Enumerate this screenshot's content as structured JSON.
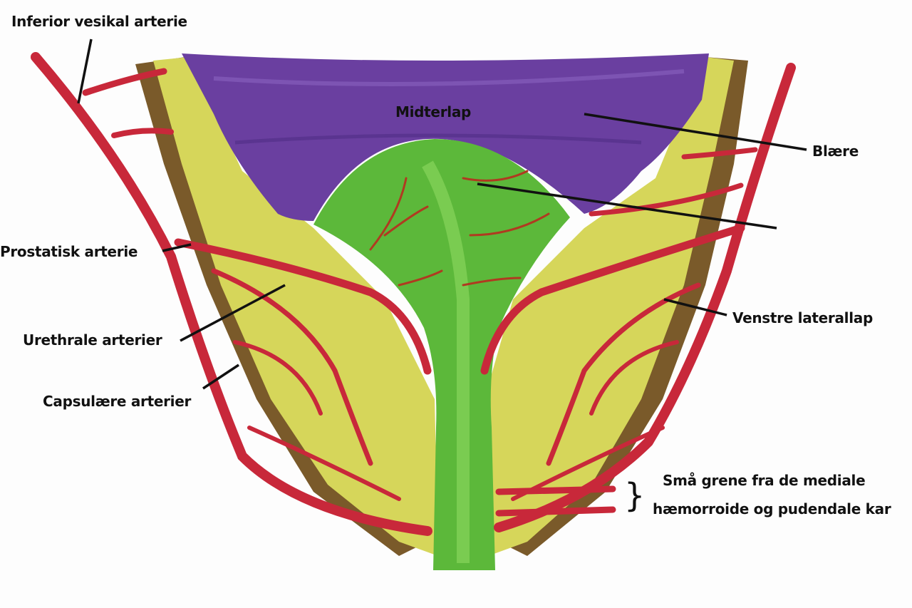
{
  "labels": {
    "inferior_vesical_artery": "Inferior vesikal arterie",
    "middle_lobe": "Midterlap",
    "bladder": "Blære",
    "prostatic_artery": "Prostatisk arterie",
    "urethral_arteries": "Urethrale arterier",
    "capsular_arteries": "Capsulære arterier",
    "left_lateral_lobe": "Venstre laterallap",
    "small_branches_line1": "Små grene fra de mediale",
    "small_branches_line2": "hæmorroide og pudendale kar"
  },
  "colors": {
    "bladder": "#6a3fa0",
    "lateral_lobe": "#d8d85a",
    "median_lobe": "#5cb83a",
    "artery": "#c8283a"
  }
}
